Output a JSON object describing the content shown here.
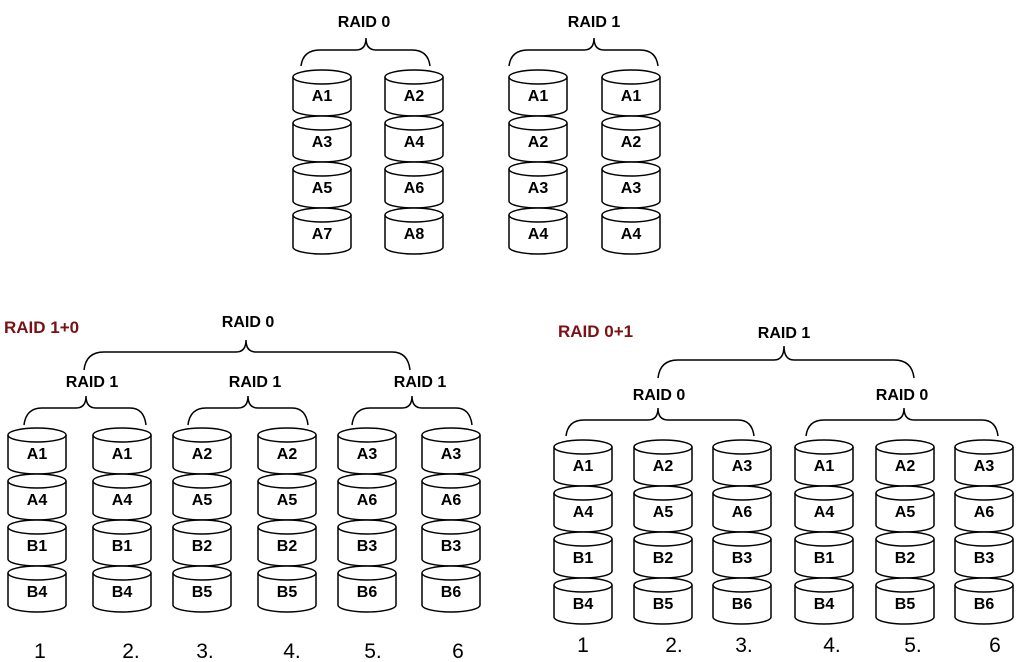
{
  "top": {
    "raid0": {
      "label": "RAID 0",
      "columns": [
        [
          "A1",
          "A3",
          "A5",
          "A7"
        ],
        [
          "A2",
          "A4",
          "A6",
          "A8"
        ]
      ]
    },
    "raid1": {
      "label": "RAID 1",
      "columns": [
        [
          "A1",
          "A2",
          "A3",
          "A4"
        ],
        [
          "A1",
          "A2",
          "A3",
          "A4"
        ]
      ]
    }
  },
  "raid10": {
    "title": "RAID 1+0",
    "title_color": "#7b1113",
    "top_label": "RAID 0",
    "groups": [
      {
        "label": "RAID 1",
        "columns": [
          [
            "A1",
            "A4",
            "B1",
            "B4"
          ],
          [
            "A1",
            "A4",
            "B1",
            "B4"
          ]
        ]
      },
      {
        "label": "RAID 1",
        "columns": [
          [
            "A2",
            "A5",
            "B2",
            "B5"
          ],
          [
            "A2",
            "A5",
            "B2",
            "B5"
          ]
        ]
      },
      {
        "label": "RAID 1",
        "columns": [
          [
            "A3",
            "A6",
            "B3",
            "B6"
          ],
          [
            "A3",
            "A6",
            "B3",
            "B6"
          ]
        ]
      }
    ],
    "numbers": [
      "1",
      "2.",
      "3.",
      "4.",
      "5.",
      "6"
    ]
  },
  "raid01": {
    "title": "RAID 0+1",
    "title_color": "#7b1113",
    "top_label": "RAID 1",
    "groups": [
      {
        "label": "RAID 0",
        "columns": [
          [
            "A1",
            "A4",
            "B1",
            "B4"
          ],
          [
            "A2",
            "A5",
            "B2",
            "B5"
          ],
          [
            "A3",
            "A6",
            "B3",
            "B6"
          ]
        ]
      },
      {
        "label": "RAID 0",
        "columns": [
          [
            "A1",
            "A4",
            "B1",
            "B4"
          ],
          [
            "A2",
            "A5",
            "B2",
            "B5"
          ],
          [
            "A3",
            "A6",
            "B3",
            "B6"
          ]
        ]
      }
    ],
    "numbers": [
      "1",
      "2.",
      "3.",
      "4.",
      "5.",
      "6"
    ]
  }
}
